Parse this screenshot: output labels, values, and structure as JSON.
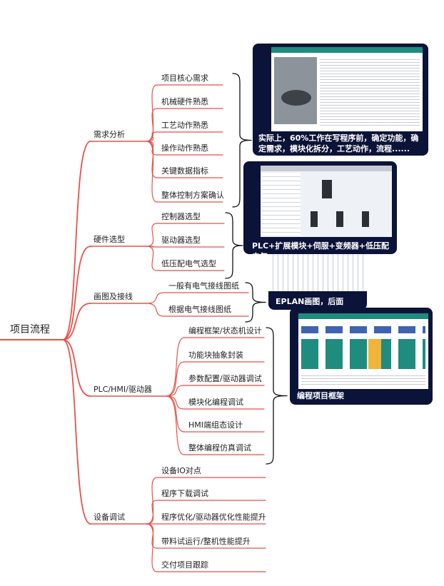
{
  "root": "项目流程",
  "branches": [
    {
      "label": "需求分析",
      "leaves": [
        "项目核心需求",
        "机械硬件熟悉",
        "工艺动作熟悉",
        "操作动作熟悉",
        "关键数据指标",
        "整体控制方案确认"
      ]
    },
    {
      "label": "硬件选型",
      "leaves": [
        "控制器选型",
        "驱动器选型",
        "低压配电气选型"
      ]
    },
    {
      "label": "画图及接线",
      "leaves": [
        "一般有电气接线图纸",
        "根据电气接线图纸"
      ]
    },
    {
      "label": "PLC/HMI/驱动器",
      "leaves": [
        "编程框架/状态机设计",
        "功能块抽象封装",
        "参数配置/驱动器调试",
        "模块化编程调试",
        "HMI端组态设计",
        "整体编程仿真调试"
      ]
    },
    {
      "label": "设备调试",
      "leaves": [
        "设备IO对点",
        "程序下载调试",
        "程序优化/驱动器优化性能提升",
        "带料试运行/整机性能提升",
        "交付项目跟踪"
      ]
    }
  ],
  "cards": {
    "demand": "实际上，60%工作在写程序前，确定功能，确定需求，模块化拆分，工艺动作，流程......",
    "hardware": "PLC+扩展模块+伺服+变频器+低压配电气",
    "eplan": "EPLAN画图，后面",
    "framework": "编程项目框架"
  },
  "colors": {
    "line": "#e8524a",
    "card": "#0c1338",
    "accent": "#1e8c7e"
  }
}
